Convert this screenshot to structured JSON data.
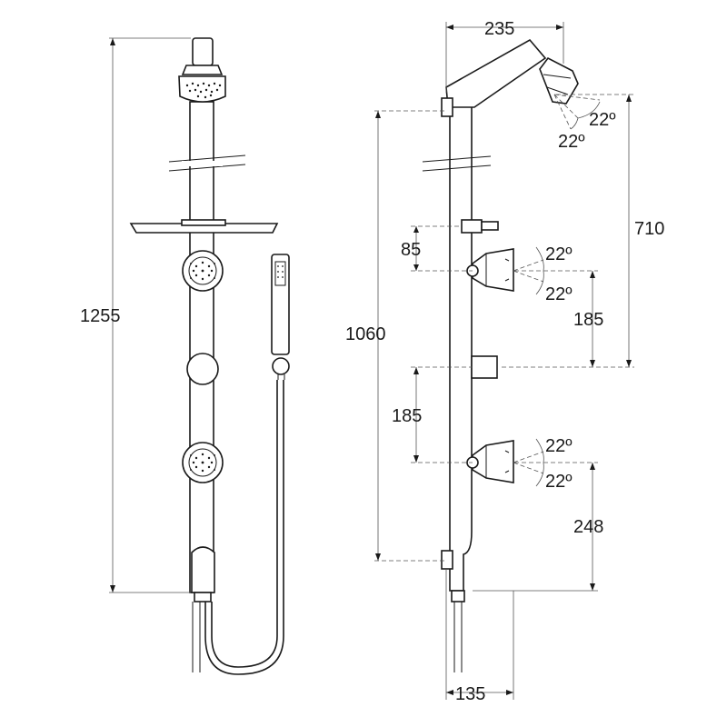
{
  "dimensions": {
    "overall_height": "1255",
    "rail_height": "1060",
    "head_offset": "235",
    "head_to_valve": "710",
    "shelf_to_jet": "85",
    "jet_to_valve": "185",
    "valve_to_jet": "185",
    "jet_to_bottom": "248",
    "wall_offset": "135"
  },
  "angles": {
    "head_up": "22º",
    "head_down": "22º",
    "jet1_up": "22º",
    "jet1_down": "22º",
    "jet2_up": "22º",
    "jet2_down": "22º"
  },
  "colors": {
    "line": "#1a1a1a",
    "dimension": "#555555"
  }
}
